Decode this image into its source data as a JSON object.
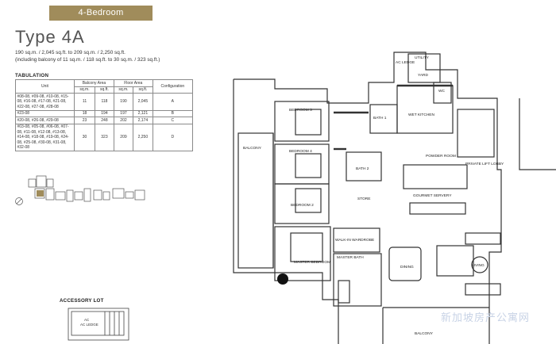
{
  "header": {
    "badge": "4-Bedroom",
    "title": "Type 4A",
    "size_line1": "190 sq.m. / 2,045 sq.ft. to 209 sq.m. / 2,250 sq.ft.",
    "size_line2": "(including balcony of 11 sq.m. / 118 sq.ft. to 30 sq.m. / 323 sq.ft.)"
  },
  "tabulation": {
    "heading": "TABULATION",
    "col_unit": "Unit",
    "col_balcony": "Balcony Area",
    "col_floor": "Floor Area",
    "col_config": "Configuration",
    "sqm": "sq.m.",
    "sqft": "sq.ft.",
    "rows": [
      {
        "units": "#08-08, #09-08, #10-08, #15-08, #16-08, #17-08, #21-08, #22-08, #27-08, #28-08",
        "b_sqm": "11",
        "b_sqft": "118",
        "f_sqm": "190",
        "f_sqft": "2,045",
        "config": "A"
      },
      {
        "units": "#23-08",
        "b_sqm": "18",
        "b_sqft": "194",
        "f_sqm": "197",
        "f_sqft": "2,121",
        "config": "B"
      },
      {
        "units": "#20-08, #26-08, #29-08",
        "b_sqm": "23",
        "b_sqft": "248",
        "f_sqm": "202",
        "f_sqft": "2,174",
        "config": "C"
      },
      {
        "units": "#03-08, #05-08, #06-08, #07-08, #11-08, #12-08, #13-08, #14-08, #18-08, #19-08, #24-08, #25-08, #30-08, #31-08, #32-08",
        "b_sqm": "30",
        "b_sqft": "323",
        "f_sqm": "209",
        "f_sqft": "2,250",
        "config": "D"
      }
    ]
  },
  "accessory": {
    "heading": "ACCESSORY LOT",
    "ac_ledge": "AC LEDGE"
  },
  "plan_labels": {
    "bedroom3": "BEDROOM 3",
    "bedroom4": "BEDROOM 4",
    "bedroom2": "BEDROOM 2",
    "master": "MASTER BEDROOM",
    "balcony_left": "BALCONY",
    "balcony_bottom": "BALCONY",
    "bath1": "BATH 1",
    "bath2": "BATH 2",
    "master_bath": "MASTER BATH",
    "walkin": "WALK-IN WARDROBE",
    "wet_kitchen": "WET KITCHEN",
    "utility": "UTILITY",
    "yard": "YARD",
    "wc": "WC",
    "ac_ledge": "AC LEDGE",
    "powder_room": "POWDER ROOM",
    "gourmet": "GOURMET SERVERY",
    "dining": "DINING",
    "living": "LIVING",
    "lift_lobby": "PRIVATE LIFT LOBBY",
    "store": "STORE"
  },
  "watermark": "新加坡房产公寓网"
}
